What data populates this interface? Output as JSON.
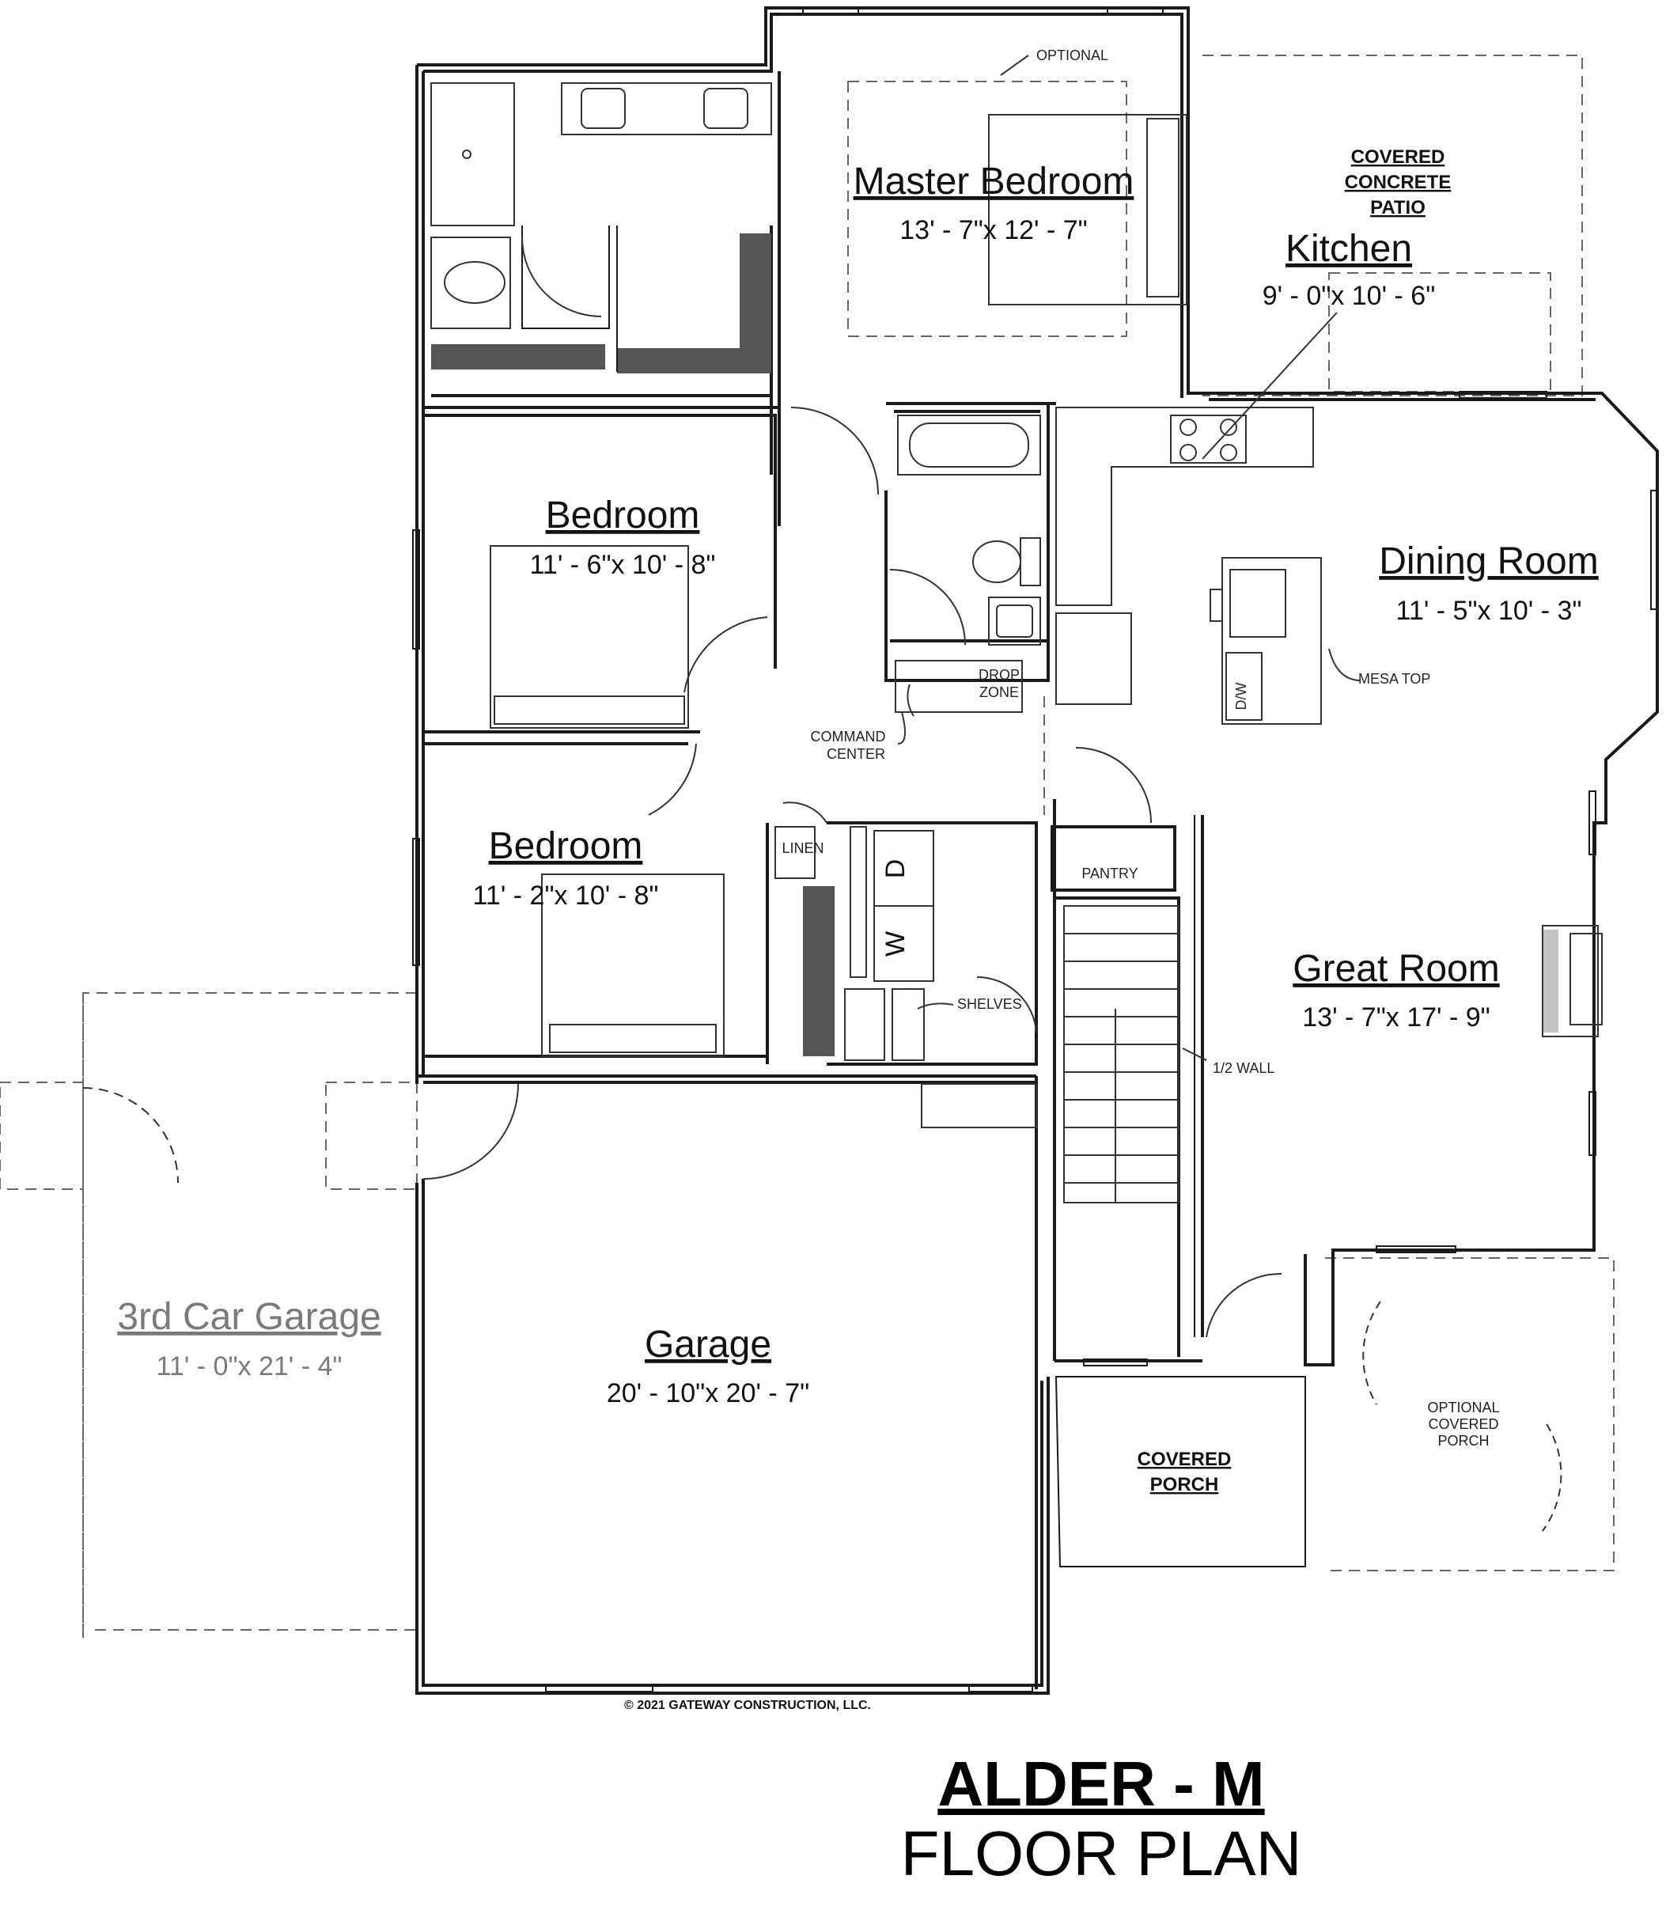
{
  "rooms": {
    "master_bedroom": {
      "name": "Master Bedroom",
      "size": "13' - 7\"x 12' - 7\""
    },
    "kitchen": {
      "name": "Kitchen",
      "size": "9' - 0\"x 10' - 6\""
    },
    "dining_room": {
      "name": "Dining Room",
      "size": "11' - 5\"x 10' - 3\""
    },
    "bedroom_1": {
      "name": "Bedroom",
      "size": "11' - 6\"x 10' - 8\""
    },
    "bedroom_2": {
      "name": "Bedroom",
      "size": "11' - 2\"x 10' - 8\""
    },
    "great_room": {
      "name": "Great Room",
      "size": "13' - 7\"x 17' - 9\""
    },
    "third_car_garage": {
      "name": "3rd Car Garage",
      "size": "11' - 0\"x 21' - 4\""
    },
    "garage": {
      "name": "Garage",
      "size": "20' - 10\"x 20' - 7\""
    }
  },
  "labels": {
    "optional": "OPTIONAL",
    "covered_concrete_patio": [
      "COVERED",
      "CONCRETE",
      "PATIO"
    ],
    "drop_zone": [
      "DROP",
      "ZONE"
    ],
    "command_center": [
      "COMMAND",
      "CENTER"
    ],
    "mesa_top": "MESA TOP",
    "linen": "LINEN",
    "pantry": "PANTRY",
    "dryer": "D",
    "washer": "W",
    "dishwasher": "D/W",
    "shelves": "SHELVES",
    "half_wall": "1/2 WALL",
    "optional_covered_porch": [
      "OPTIONAL",
      "COVERED",
      "PORCH"
    ],
    "covered_porch": [
      "COVERED",
      "PORCH"
    ]
  },
  "copyright": "© 2021 GATEWAY CONSTRUCTION, LLC.",
  "plan_title": "ALDER - M",
  "plan_subtitle": "FLOOR PLAN"
}
